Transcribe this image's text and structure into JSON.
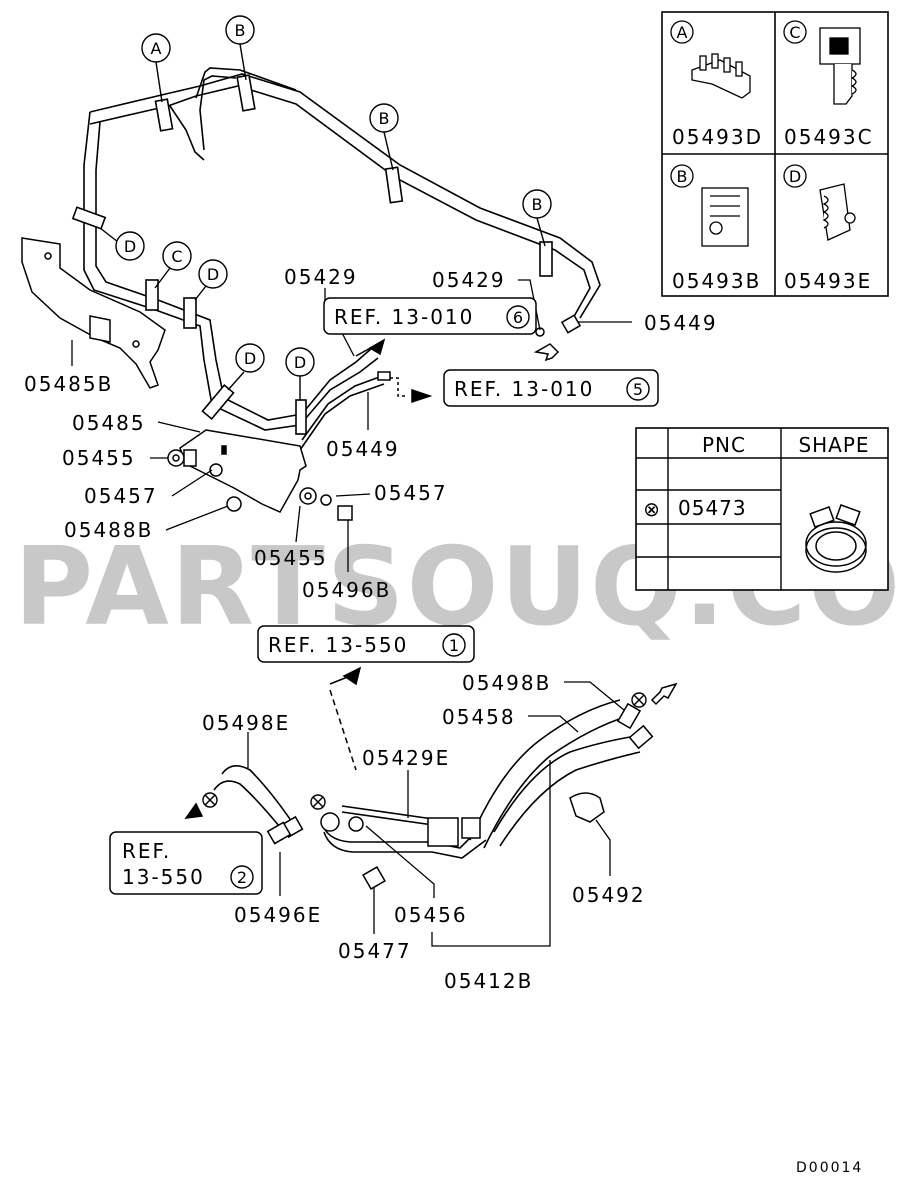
{
  "watermark": "PARTSOUQ.COM",
  "diagram_code": "D00014",
  "part_labels": {
    "p05429_a": "05429",
    "p05429_b": "05429",
    "p05449_a": "05449",
    "p05449_b": "05449",
    "p05485B": "05485B",
    "p05485": "05485",
    "p05455_a": "05455",
    "p05455_b": "05455",
    "p05457_a": "05457",
    "p05457_b": "05457",
    "p05488B": "05488B",
    "p05496B": "05496B",
    "p05498B": "05498B",
    "p05458": "05458",
    "p05498E": "05498E",
    "p05429E": "05429E",
    "p05496E": "05496E",
    "p05456": "05456",
    "p05477": "05477",
    "p05412B": "05412B",
    "p05492": "05492"
  },
  "refs": {
    "ref6": {
      "text": "REF. 13-010",
      "num": "6"
    },
    "ref5": {
      "text": "REF. 13-010",
      "num": "5"
    },
    "ref1": {
      "text": "REF. 13-550",
      "num": "1"
    },
    "ref2": {
      "line1": "REF.",
      "line2": "13-550",
      "num": "2"
    }
  },
  "clip_callouts": [
    "A",
    "B",
    "B",
    "B",
    "D",
    "C",
    "D",
    "D",
    "D"
  ],
  "clip_legend": [
    {
      "letter": "A",
      "part": "05493D"
    },
    {
      "letter": "C",
      "part": "05493C"
    },
    {
      "letter": "B",
      "part": "05493B"
    },
    {
      "letter": "D",
      "part": "05493E"
    }
  ],
  "pnc_table": {
    "headers": [
      "PNC",
      "SHAPE"
    ],
    "rows": [
      {
        "symbol": "⊗",
        "pnc": "05473"
      },
      {
        "symbol": "",
        "pnc": ""
      },
      {
        "symbol": "",
        "pnc": ""
      }
    ]
  }
}
